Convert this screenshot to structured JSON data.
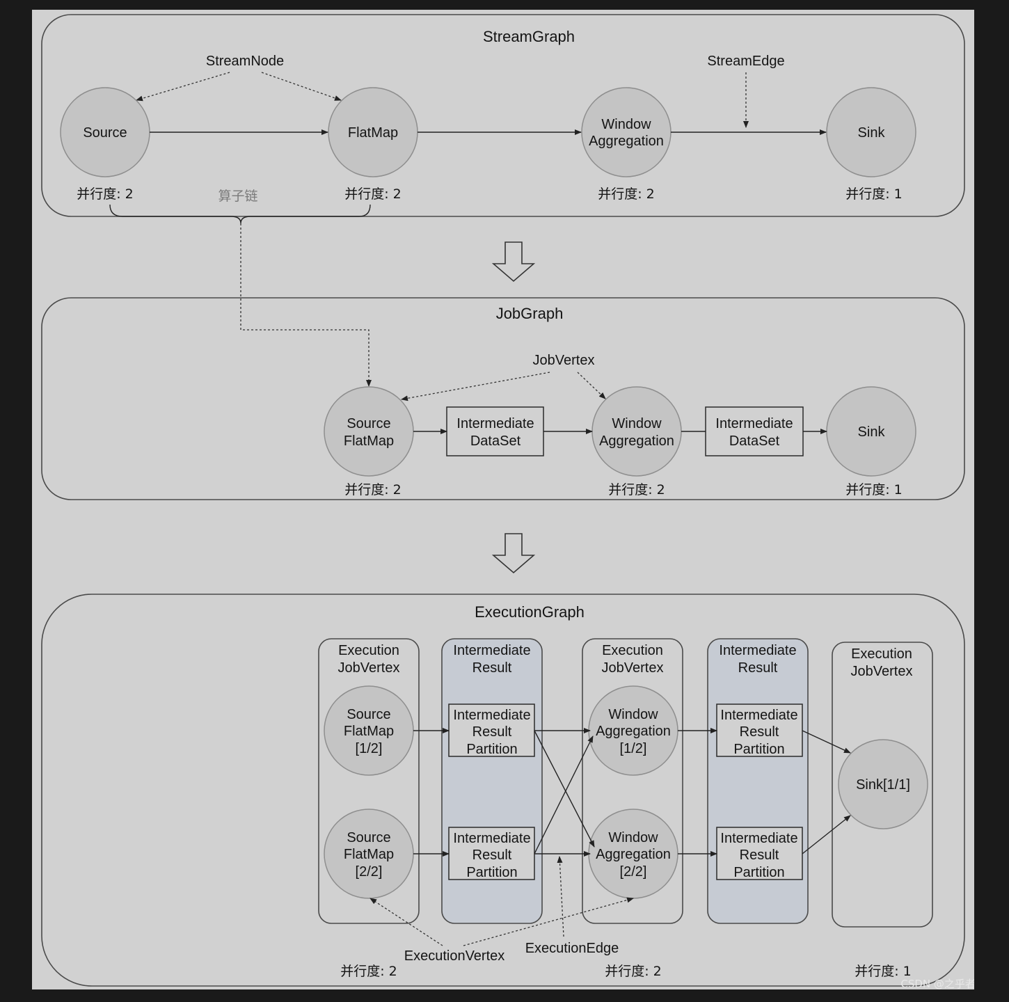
{
  "stream_graph": {
    "title": "StreamGraph",
    "annotation_node": "StreamNode",
    "annotation_edge": "StreamEdge",
    "operator_chain": "算子链",
    "nodes": [
      {
        "label": "Source",
        "parallelism": "并行度: 2"
      },
      {
        "label": "FlatMap",
        "parallelism": "并行度: 2"
      },
      {
        "label_line1": "Window",
        "label_line2": "Aggregation",
        "parallelism": "并行度: 2"
      },
      {
        "label": "Sink",
        "parallelism": "并行度: 1"
      }
    ]
  },
  "job_graph": {
    "title": "JobGraph",
    "annotation_vertex": "JobVertex",
    "nodes": [
      {
        "label_line1": "Source",
        "label_line2": "FlatMap",
        "parallelism": "并行度: 2"
      },
      {
        "label_line1": "Window",
        "label_line2": "Aggregation",
        "parallelism": "并行度: 2"
      },
      {
        "label": "Sink",
        "parallelism": "并行度: 1"
      }
    ],
    "datasets": [
      {
        "line1": "Intermediate",
        "line2": "DataSet"
      },
      {
        "line1": "Intermediate",
        "line2": "DataSet"
      }
    ]
  },
  "execution_graph": {
    "title": "ExecutionGraph",
    "columns": [
      {
        "line1": "Execution",
        "line2": "JobVertex"
      },
      {
        "line1": "Intermediate",
        "line2": "Result"
      },
      {
        "line1": "Execution",
        "line2": "JobVertex"
      },
      {
        "line1": "Intermediate",
        "line2": "Result"
      },
      {
        "line1": "Execution",
        "line2": "JobVertex"
      }
    ],
    "source_vertices": [
      {
        "line1": "Source",
        "line2": "FlatMap",
        "line3": "[1/2]"
      },
      {
        "line1": "Source",
        "line2": "FlatMap",
        "line3": "[2/2]"
      }
    ],
    "window_vertices": [
      {
        "line1": "Window",
        "line2": "Aggregation",
        "line3": "[1/2]"
      },
      {
        "line1": "Window",
        "line2": "Aggregation",
        "line3": "[2/2]"
      }
    ],
    "sink_vertex": "Sink[1/1]",
    "partition": {
      "line1": "Intermediate",
      "line2": "Result",
      "line3": "Partition"
    },
    "annotation_vertex": "ExecutionVertex",
    "annotation_edge": "ExecutionEdge",
    "parallelism": [
      "并行度: 2",
      "并行度: 2",
      "并行度: 1"
    ]
  },
  "watermark": "CSDN @之乎者也·"
}
